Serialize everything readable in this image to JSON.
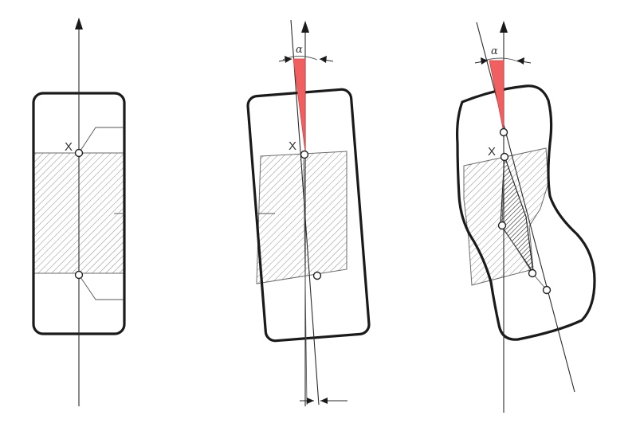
{
  "figure": {
    "center_label": "X",
    "angle_symbol": "α",
    "wedge_color": "#f06060",
    "outline_color": "#1a1a1a",
    "hatch_color": "#8a8a8a"
  },
  "panels": [
    {
      "id": "upright-specimen",
      "tilted": false,
      "deformed": false,
      "angle_marked": false
    },
    {
      "id": "tilted-specimen",
      "tilted": true,
      "deformed": false,
      "angle_marked": true
    },
    {
      "id": "deformed-specimen",
      "tilted": true,
      "deformed": true,
      "angle_marked": true
    }
  ]
}
